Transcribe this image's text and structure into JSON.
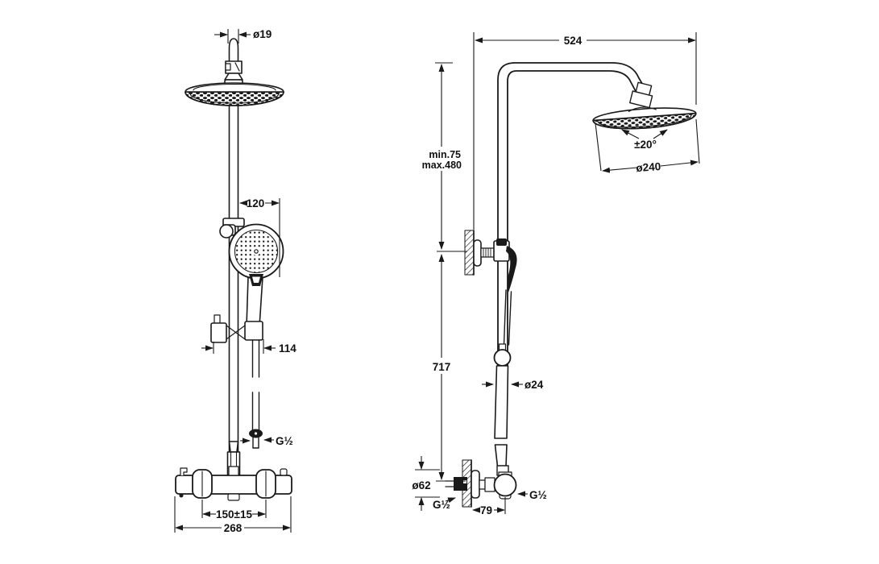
{
  "colors": {
    "background": "#ffffff",
    "line": "#1a1a1a"
  },
  "front_view": {
    "dim_head_pipe_dia": "ø19",
    "dim_pipe_to_handshower": "120",
    "dim_bracket_width": "114",
    "dim_hose_thread": "G½",
    "dim_inlet_centers": "150±15",
    "dim_valve_width": "268"
  },
  "side_view": {
    "dim_reach": "524",
    "dim_bracket_range_min": "min.75",
    "dim_bracket_range_max": "max.480",
    "dim_head_swivel": "±20°",
    "dim_head_dia": "ø240",
    "dim_riser_height": "717",
    "dim_riser_pipe_dia": "ø24",
    "dim_flange_dia": "ø62",
    "dim_supply_thread": "G½",
    "dim_outlet_thread": "G½",
    "dim_wall_to_axis": "79"
  }
}
